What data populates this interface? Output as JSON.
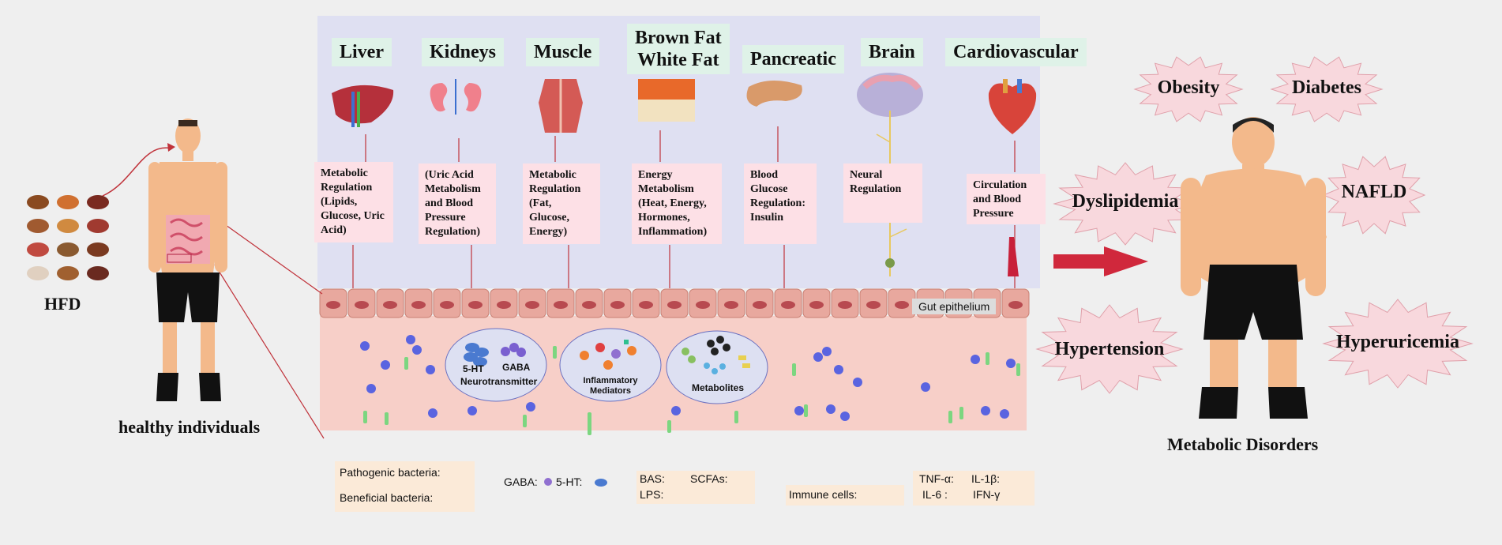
{
  "left": {
    "hfd_label": "HFD",
    "healthy_label": "healthy individuals"
  },
  "organs": [
    {
      "title": "Liver",
      "function": "Metabolic Regulation (Lipids, Glucose, Uric Acid)"
    },
    {
      "title": "Kidneys",
      "function": "(Uric Acid Metabolism and Blood Pressure Regulation)"
    },
    {
      "title": "Muscle",
      "function": "Metabolic Regulation (Fat, Glucose, Energy)"
    },
    {
      "title": "Brown Fat White Fat",
      "title_line1": "Brown Fat",
      "title_line2": "White Fat",
      "function": "Energy Metabolism (Heat, Energy, Hormones, Inflammation)"
    },
    {
      "title": "Pancreatic",
      "function": "Blood Glucose Regulation: Insulin"
    },
    {
      "title": "Brain",
      "function": "Neural Regulation"
    },
    {
      "title": "Cardiovascular",
      "function": "Circulation and Blood Pressure"
    }
  ],
  "gut": {
    "epithelium_label": "Gut epithelium",
    "circles": [
      {
        "label": "Neurotransmitter",
        "sub1": "5-HT",
        "sub2": "GABA"
      },
      {
        "label": "Inflammatory Mediators"
      },
      {
        "label": "Metabolites"
      }
    ]
  },
  "disorders": {
    "items": [
      "Obesity",
      "Diabetes",
      "Dyslipidemia",
      "NAFLD",
      "Hypertension",
      "Hyperuricemia"
    ],
    "caption": "Metabolic Disorders"
  },
  "legend": {
    "pathogenic": "Pathogenic bacteria:",
    "beneficial": "Beneficial bacteria:",
    "gaba": "GABA:",
    "serotonin": "5-HT:",
    "bas": "BAS:",
    "scfas": "SCFAs:",
    "lps": "LPS:",
    "immune": "Immune cells:",
    "tnf": "TNF-α:",
    "il1b": "IL-1β:",
    "il6": "IL-6 :",
    "ifng": "IFN-γ"
  },
  "colors": {
    "panel": "#dfe0f2",
    "title_bg": "#dff2e8",
    "func_bg": "#fde0e6",
    "gut_bg": "#f7cfc8",
    "legend_bg": "#fbead8",
    "arrow": "#d0283c",
    "star": "#f8d8dd",
    "pathogen": "#5a64e0",
    "beneficial": "#7cd680"
  }
}
